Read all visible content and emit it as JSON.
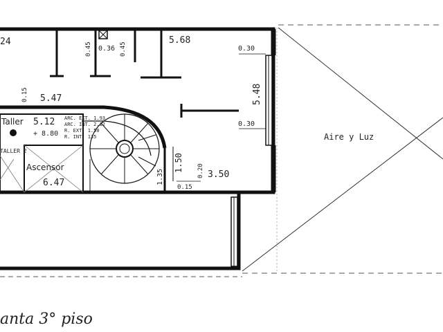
{
  "plan": {
    "title": "anta 3° piso",
    "room_labels": {
      "top_left_fragment": "24",
      "bath_top_left": "0.45",
      "bath_center": "0.36",
      "bath_top_right": "0.45",
      "room_right_area": "5.68",
      "left_dim_015": "0.15",
      "left_area": "5.47",
      "right_dim_top": "0.30",
      "right_dim_mid": "0.30",
      "right_height": "5.48",
      "taller_label": "Taller",
      "taller_area": "5.12",
      "taller_level": "+ 8.80",
      "taller2_tag": "TALLER 2",
      "stair_note_1": "ARC. EXT. 1.93",
      "stair_note_2": "ARC. INT. 2.12",
      "stair_note_3": "R.   EXT.  1.50",
      "stair_note_4": "R.   INT.   135",
      "elevator_label": "Ascensor",
      "elevator_area": "6.47",
      "stair_dim_135": "1.35",
      "dim_150": "1.50",
      "dim_020": "0.20",
      "dim_015b": "0.15",
      "small_room_area": "3.50",
      "void_label": "Aire y Luz"
    }
  }
}
